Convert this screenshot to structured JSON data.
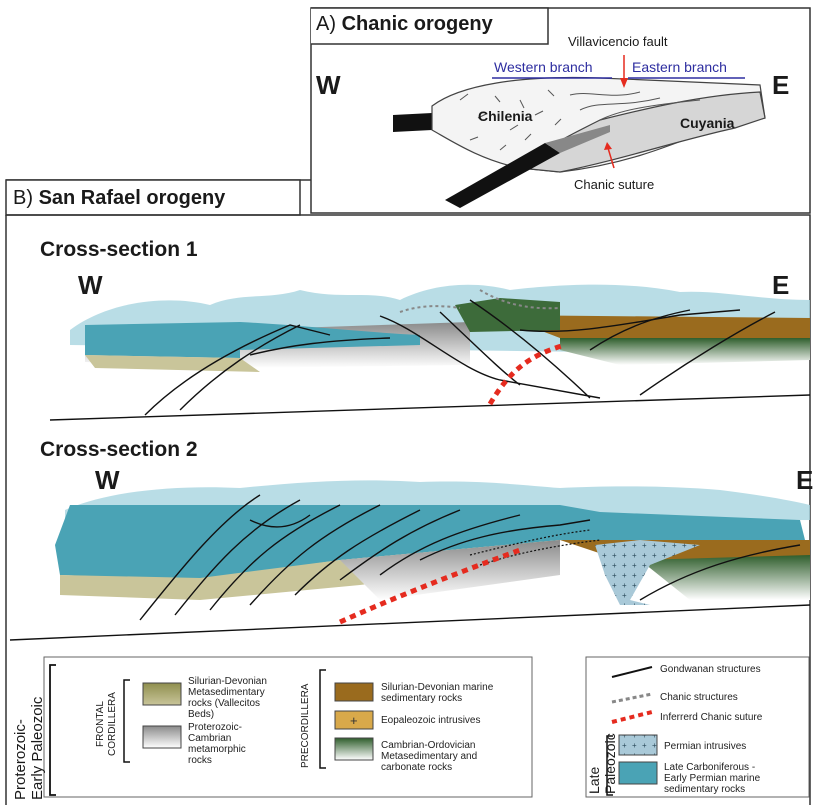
{
  "panel_a": {
    "letter": "A)",
    "title": "Chanic orogeny",
    "west": "W",
    "east": "E",
    "western_branch": "Western branch",
    "eastern_branch": "Eastern branch",
    "fault": "Villavicencio fault",
    "chilenia": "Chilenia",
    "cuyania": "Cuyania",
    "suture": "Chanic suture"
  },
  "panel_b": {
    "letter": "B)",
    "title": "San Rafael orogeny",
    "section1": {
      "title": "Cross-section 1",
      "west": "W",
      "east": "E"
    },
    "section2": {
      "title": "Cross-section 2",
      "west": "W",
      "east": "E"
    }
  },
  "legend": {
    "group_label_1": "Proterozoic-",
    "group_label_2": "Early Paleozoic",
    "frontal_1": "FRONTAL",
    "frontal_2": "CORDILLERA",
    "precordillera": "PRECORDILLERA",
    "late_1": "Late",
    "late_2": "Paleozoic",
    "items": {
      "silurian_meta": {
        "label": [
          "Silurian-Devonian",
          "Metasedimentary",
          "rocks (Vallecitos",
          "Beds)"
        ],
        "color": "#8f8f4e"
      },
      "proterozoic": {
        "label": [
          "Proterozoic-",
          "Cambrian",
          "metamorphic",
          "rocks"
        ],
        "color": "#9a9a9a"
      },
      "silurian_marine": {
        "label": [
          "Silurian-Devonian marine",
          "sedimentary rocks"
        ],
        "color": "#9a6b1e"
      },
      "eopaleozoic": {
        "label": [
          "Eopaleozoic intrusives"
        ],
        "color": "#d9a94a",
        "symbol": "+"
      },
      "cambrian": {
        "label": [
          "Cambrian-Ordovician",
          "Metasedimentary and",
          "carbonate rocks"
        ],
        "color": "#3d6b3a"
      },
      "gondwanan": {
        "label": [
          "Gondwanan structures"
        ]
      },
      "chanic": {
        "label": [
          "Chanic structures"
        ]
      },
      "suture": {
        "label": [
          "Inferrerd Chanic suture"
        ],
        "color": "#e52b1f"
      },
      "permian": {
        "label": [
          "Permian intrusives"
        ],
        "color": "#a9c9d8"
      },
      "late_carb": {
        "label": [
          "Late Carboniferous -",
          "Early Permian marine",
          "sedimentary rocks"
        ],
        "color": "#4aa3b5"
      }
    }
  }
}
